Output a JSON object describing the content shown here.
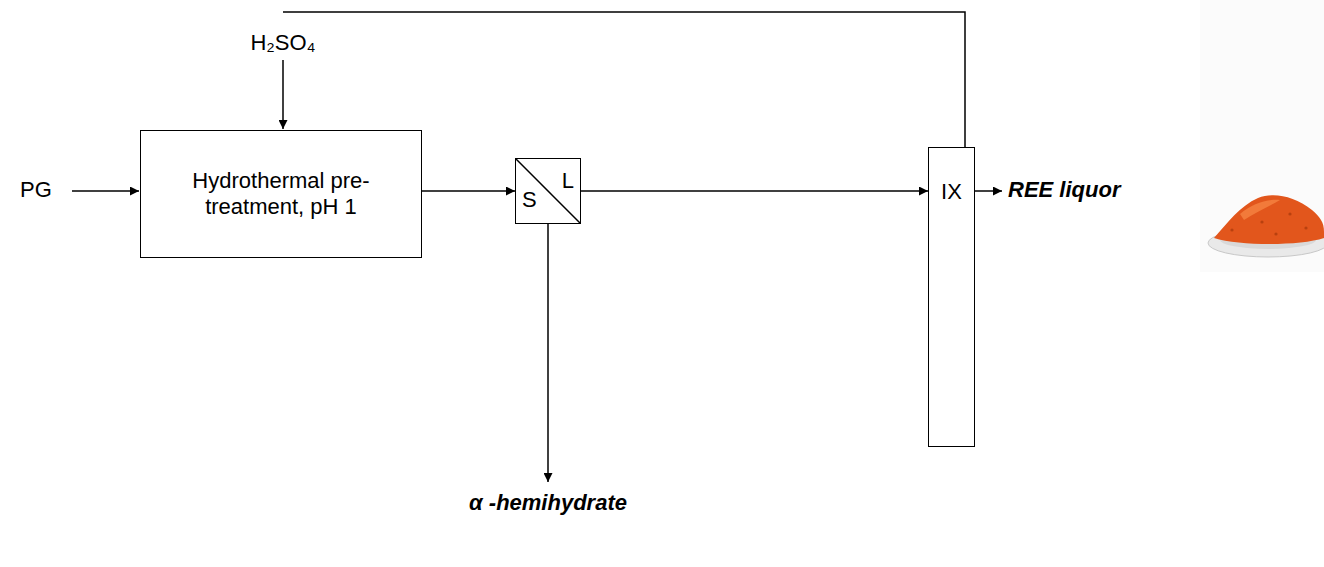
{
  "diagram": {
    "nodes": [
      {
        "text": [
          "Hydrothermal pre-treatment, pH 1"
        ]
      },
      {
        "text": [
          "S",
          "L"
        ]
      },
      {
        "text": [
          "IX"
        ]
      }
    ],
    "edges": [
      {
        "from": 0,
        "to": 1,
        "arrow": "to"
      },
      {
        "from": 1,
        "to": 2,
        "arrow": "to"
      }
    ],
    "labels": [
      "H₂SO₄",
      "PG",
      "REE liquor",
      "α -hemihydrate"
    ]
  }
}
